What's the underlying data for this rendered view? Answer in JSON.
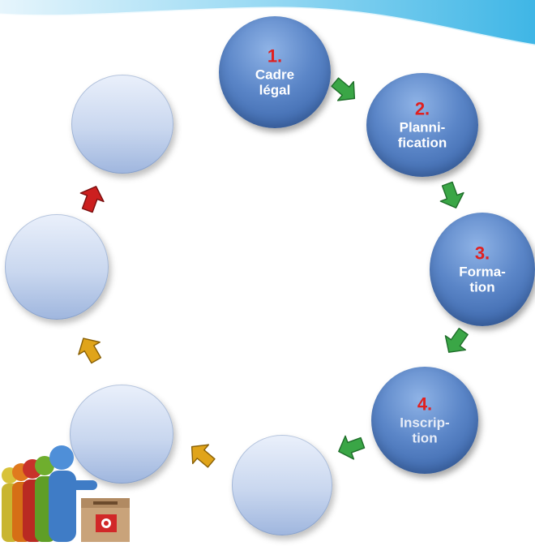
{
  "header": {
    "colors": {
      "band_light": "#e6f5fc",
      "band_mid": "#9fdcf4",
      "band_dark": "#3fb6e6"
    }
  },
  "steps": [
    {
      "number": "1.",
      "label_line1": "Cadre",
      "label_line2": "légal",
      "filled": true
    },
    {
      "number": "2.",
      "label_line1": "Planni-",
      "label_line2": "fication",
      "filled": true
    },
    {
      "number": "3.",
      "label_line1": "Forma-",
      "label_line2": "tion",
      "filled": true
    },
    {
      "number": "4.",
      "label_line1": "Inscrip-",
      "label_line2": "tion",
      "filled": true
    },
    {
      "number": "",
      "label_line1": "",
      "label_line2": "",
      "filled": false
    },
    {
      "number": "",
      "label_line1": "",
      "label_line2": "",
      "filled": false
    },
    {
      "number": "",
      "label_line1": "",
      "label_line2": "",
      "filled": false
    },
    {
      "number": "",
      "label_line1": "",
      "label_line2": "",
      "filled": false
    }
  ],
  "arrows": [
    {
      "name": "arrow-step1-to-step2",
      "color": "#3aa646",
      "icon": "arrow-right-down-icon"
    },
    {
      "name": "arrow-step2-to-step3",
      "color": "#3aa646",
      "icon": "arrow-down-icon"
    },
    {
      "name": "arrow-step3-to-step4",
      "color": "#3aa646",
      "icon": "arrow-down-left-icon"
    },
    {
      "name": "arrow-step4-to-step5",
      "color": "#3aa646",
      "icon": "arrow-left-icon"
    },
    {
      "name": "arrow-step5-to-step6",
      "color": "#e0a41a",
      "icon": "arrow-left-up-icon"
    },
    {
      "name": "arrow-step6-to-step7",
      "color": "#e0a41a",
      "icon": "arrow-up-icon"
    },
    {
      "name": "arrow-step7-to-step8",
      "color": "#cc1f1f",
      "icon": "arrow-up-right-icon"
    }
  ],
  "illustration": {
    "icon": "voters-at-ballot-box-icon"
  }
}
